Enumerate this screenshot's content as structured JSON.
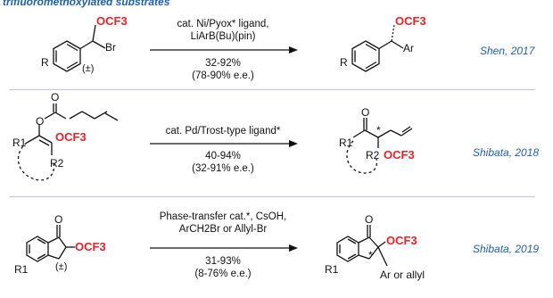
{
  "header": {
    "title": "trifluoromethoxylated substrates"
  },
  "rows": [
    {
      "conditions": [
        "cat. Ni/Pyox* ligand,",
        "LiArB(Bu)(pin)"
      ],
      "yield": "32-92%",
      "ee": "(78-90% e.e.)",
      "citation": "Shen, 2017",
      "labels": {
        "reactant_group": "OCF3",
        "reactant_racemic": "(±)",
        "reactant_leaving": "Br",
        "reactant_R": "R",
        "product_group": "OCF3",
        "product_Ar": "Ar",
        "product_R": "R"
      }
    },
    {
      "conditions": [
        "cat. Pd/Trost-type ligand*"
      ],
      "yield": "40-94%",
      "ee": "(32-91% e.e.)",
      "citation": "Shibata, 2018",
      "labels": {
        "carbonyl_O": "O",
        "ester_O": "O",
        "reactant_group": "OCF3",
        "reactant_R1": "R1",
        "reactant_R2": "R2",
        "product_O": "O",
        "product_group": "OCF3",
        "product_R1": "R1",
        "product_R2": "R2",
        "stereo_mark": "*"
      }
    },
    {
      "conditions": [
        "Phase-transfer cat.*, CsOH,",
        "ArCH2Br or Allyl-Br"
      ],
      "yield": "31-93%",
      "ee": "(8-76% e.e.)",
      "citation": "Shibata, 2019",
      "labels": {
        "reactant_O": "O",
        "reactant_group": "OCF3",
        "reactant_racemic": "(±)",
        "reactant_R1": "R1",
        "product_O": "O",
        "product_group": "OCF3",
        "product_R1": "R1",
        "product_sub": "Ar or allyl",
        "stereo_mark": "*"
      }
    }
  ],
  "colors": {
    "accent_blue": "#1f5fa8",
    "group_red": "#e8222a",
    "separator": "#b8cde3"
  }
}
